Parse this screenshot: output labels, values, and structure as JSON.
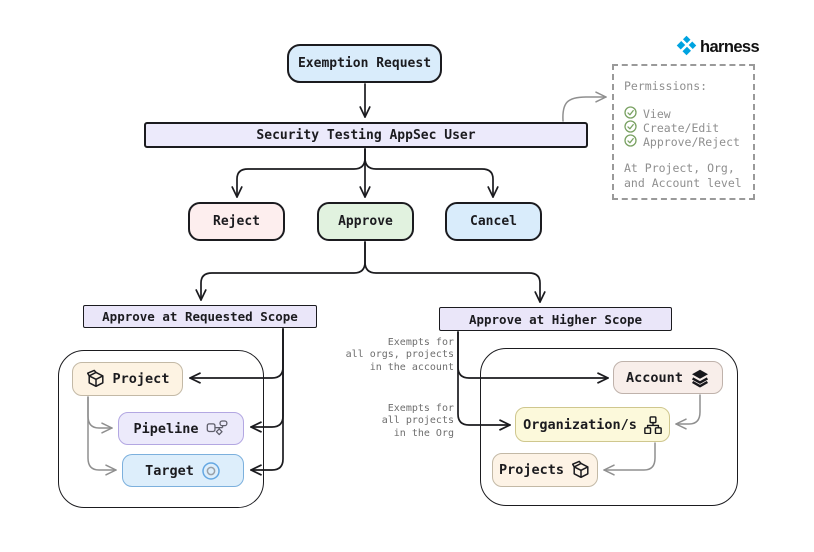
{
  "brand": {
    "name": "harness",
    "logo_color": "#00a3e0"
  },
  "nodes": {
    "start": "Exemption Request",
    "actor": "Security Testing AppSec User",
    "reject": "Reject",
    "approve": "Approve",
    "cancel": "Cancel",
    "scope_requested": "Approve at Requested Scope",
    "scope_higher": "Approve at Higher Scope",
    "project": "Project",
    "pipeline": "Pipeline",
    "target": "Target",
    "account": "Account",
    "organization": "Organization/s",
    "projects": "Projects"
  },
  "permissions_panel": {
    "title": "Permissions:",
    "items": [
      {
        "icon": "check-circle-icon",
        "label": "View"
      },
      {
        "icon": "check-circle-icon",
        "label": "Create/Edit"
      },
      {
        "icon": "check-circle-icon",
        "label": "Approve/Reject"
      }
    ],
    "footer": [
      "At Project, Org,",
      "and Account level"
    ]
  },
  "annotations": {
    "account_scope": [
      "Exempts for",
      "all orgs, projects",
      "in the account"
    ],
    "org_scope": [
      "Exempts for",
      "all projects",
      "in the Org"
    ]
  },
  "colors": {
    "ink": "#1b1b1f",
    "arrow_gray": "#8f8f8f",
    "brand_blue": "#00a3e0",
    "check_green": "#7aa263",
    "fill_blue": "#d9ecfb",
    "fill_lavender": "#eceafb",
    "fill_pink": "#fdeeee",
    "fill_green": "#e1f2df",
    "fill_cream": "#fdf3e3",
    "fill_rose": "#f8eeea",
    "fill_yellow": "#fcf9db"
  }
}
